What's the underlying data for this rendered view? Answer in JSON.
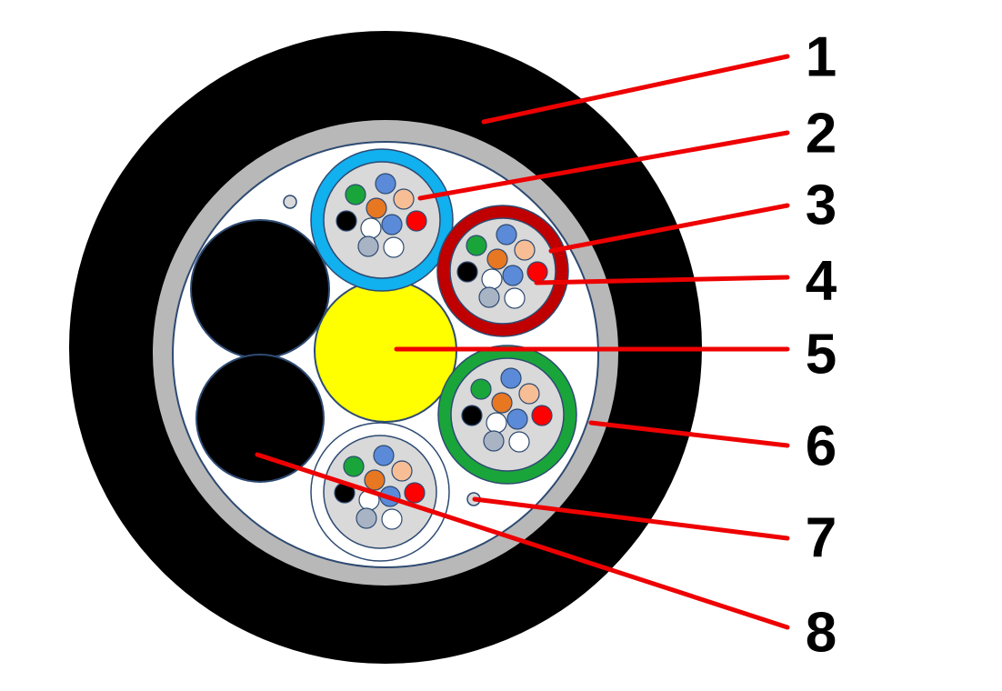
{
  "colors": {
    "outer_jacket": "#000000",
    "armor_layer": "#b8b8b8",
    "core_fill": "#ffffff",
    "outline": "#2e4a72",
    "central_member": "#ffff00",
    "filler_rod": "#000000",
    "tube_fill": "#d9d9d9",
    "leader_line": "#ee0000",
    "label_text": "#000000"
  },
  "tubes": [
    {
      "name": "tube-blue",
      "sheath": "#11b0ee"
    },
    {
      "name": "tube-red",
      "sheath": "#c00000"
    },
    {
      "name": "tube-green",
      "sheath": "#1aa53a"
    },
    {
      "name": "tube-natural",
      "sheath": "#ffffff"
    }
  ],
  "fiber_colors": [
    "#1aa53a",
    "#5b8ad8",
    "#f7be96",
    "#e87722",
    "#000000",
    "#ffffff",
    "#5b8ad8",
    "#ff0000",
    "#a8b4c4",
    "#ffffff"
  ],
  "callouts": [
    {
      "number": "1",
      "target": "outer-jacket"
    },
    {
      "number": "2",
      "target": "buffer-tube-blue"
    },
    {
      "number": "3",
      "target": "buffer-tube-red-sheath"
    },
    {
      "number": "4",
      "target": "optical-fiber"
    },
    {
      "number": "5",
      "target": "central-strength-member"
    },
    {
      "number": "6",
      "target": "armor-layer"
    },
    {
      "number": "7",
      "target": "ripcord"
    },
    {
      "number": "8",
      "target": "filler-rod"
    }
  ]
}
